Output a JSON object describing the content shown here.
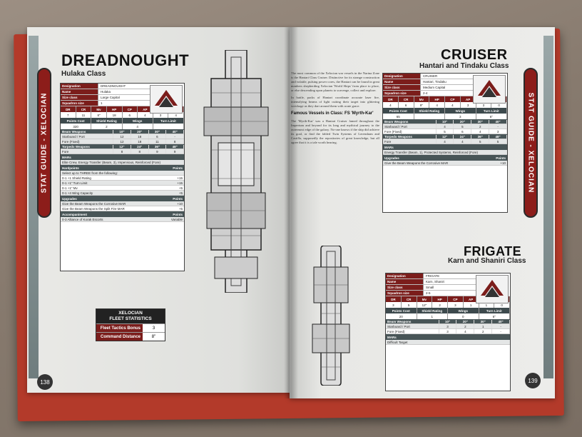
{
  "left_page": {
    "sidebar": "STAT GUIDE - XELOCIAN",
    "page_number": "138",
    "title": "DREADNOUGHT",
    "subtitle": "Hulaka Class",
    "card": {
      "rows": [
        {
          "k": "Designation",
          "v": "DREADNOUGHT"
        },
        {
          "k": "Name",
          "v": "Hulaka"
        },
        {
          "k": "Size class",
          "v": "Large Capital"
        },
        {
          "k": "Squadron size",
          "v": "1"
        }
      ],
      "stat_headers": [
        "DR",
        "CR",
        "Mv",
        "HP",
        "CP",
        "AP",
        "PD",
        "MN"
      ],
      "stat_values": [
        "7",
        "11",
        "8\"",
        "18",
        "6",
        "4",
        "3",
        "4"
      ],
      "points_headers": [
        "Points Cost",
        "Shield Rating",
        "Wings",
        "Turn Limit"
      ],
      "points_values": [
        "320",
        "2",
        "4",
        ""
      ],
      "beam_header": [
        "Beam Weapons",
        "10\"",
        "20\"",
        "30\"",
        "40\""
      ],
      "beam_rows": [
        [
          "Starboard / Port",
          "12",
          "18",
          "6",
          "-"
        ]
      ],
      "beam_rows2": [
        [
          "Fore (Fixed)",
          "12",
          "18",
          "11",
          "8"
        ]
      ],
      "torpedo_header": [
        "Torpedo Weapons",
        "12\"",
        "24\"",
        "36\"",
        "48\""
      ],
      "torpedo_rows": [
        [
          "Fore",
          "8",
          "8",
          "9",
          "9"
        ]
      ],
      "mars_header": "MARs",
      "mars_text": "Elite Crew, Energy Transfer (Beam, 3), Impervious, Reinforced (Fore)",
      "hardpoints_header": [
        "Hardpoints",
        "Points"
      ],
      "hardpoints_rows": [
        [
          "Select up to THREE from the following:",
          ""
        ],
        [
          "0-1 +1 Shield Rating",
          "+15"
        ],
        [
          "0-1 +1\" Turn Limit",
          "+15"
        ],
        [
          "0-1 +1\" Mv",
          "+5"
        ],
        [
          "0-1 +4 Wing Capacity",
          "+5"
        ]
      ],
      "upgrades_header": [
        "Upgrades",
        "Points"
      ],
      "upgrades_rows": [
        [
          "Give the Beam Weapons the Corrosive MAR",
          "+10"
        ],
        [
          "Give the Beam Weapons the Split Fire MAR",
          "+5"
        ]
      ],
      "accompaniment_header": [
        "Accompaniment",
        "Points"
      ],
      "accompaniment_rows": [
        [
          "0-3 Alliance of Korak Escorts",
          "Variable"
        ]
      ]
    },
    "fleet": {
      "title1": "XELOCIAN",
      "title2": "FLEET STATISTICS",
      "rows": [
        {
          "k": "Fleet Tactics Bonus",
          "v": "3"
        },
        {
          "k": "Command Distance",
          "v": "8\""
        }
      ]
    }
  },
  "right_page": {
    "sidebar": "STAT GUIDE - XELOCIAN",
    "page_number": "139",
    "cruiser": {
      "title": "CRUISER",
      "subtitle": "Hantari and Tindaku Class",
      "rows": [
        {
          "k": "Designation",
          "v": "CRUISER"
        },
        {
          "k": "Name",
          "v": "Hantari, Tindaku"
        },
        {
          "k": "Size class",
          "v": "Medium Capital"
        },
        {
          "k": "Squadron size",
          "v": "2-4"
        }
      ],
      "stat_headers": [
        "DR",
        "CR",
        "Mv",
        "HP",
        "CP",
        "AP",
        "PD",
        "MN"
      ],
      "stat_values": [
        "4",
        "6",
        "9\"",
        "4",
        "4",
        "3",
        "3",
        "0"
      ],
      "points_headers": [
        "Points Cost",
        "Shield Rating",
        "Wings",
        "Turn Limit"
      ],
      "points_values": [
        "65",
        "",
        "3",
        "6\""
      ],
      "beam_header": [
        "Beam Weapons",
        "10\"",
        "20\"",
        "30\"",
        "40\""
      ],
      "beam_rows": [
        [
          "Starboard / Port",
          "4",
          "5",
          "2",
          "-"
        ],
        [
          "Fore (Fixed)",
          "5",
          "6",
          "4",
          "3"
        ]
      ],
      "torpedo_header": [
        "Torpedo Weapons",
        "12\"",
        "24\"",
        "36\"",
        "48\""
      ],
      "torpedo_rows": [
        [
          "Fore",
          "4",
          "4",
          "5",
          "5"
        ]
      ],
      "mars_header": "MARs",
      "mars_text": "Energy Transfer (Beam, 1), Protected Systems, Reinforced (Fore)",
      "upgrades_header": [
        "Upgrades",
        "Points"
      ],
      "upgrades_rows": [
        [
          "Give the Beam Weapons the Corrosive MAR",
          "+10"
        ]
      ]
    },
    "frigate": {
      "title": "FRIGATE",
      "subtitle": "Karn and Shaniri Class",
      "rows": [
        {
          "k": "Designation",
          "v": "FRIGATE"
        },
        {
          "k": "Name",
          "v": "Karn, Shaniri"
        },
        {
          "k": "Size class",
          "v": "Small"
        },
        {
          "k": "Squadron size",
          "v": "2-5"
        }
      ],
      "stat_headers": [
        "DR",
        "CR",
        "Mv",
        "HP",
        "CP",
        "AP",
        "PD",
        "MN"
      ],
      "stat_values": [
        "3",
        "5",
        "12\"",
        "2",
        "3",
        "1",
        "1",
        "0"
      ],
      "points_headers": [
        "Points Cost",
        "Shield Rating",
        "Wings",
        "Turn Limit"
      ],
      "points_values": [
        "20",
        "1",
        "0",
        "6\""
      ],
      "beam_header": [
        "Beam Weapons",
        "10\"",
        "20\"",
        "30\"",
        "40\""
      ],
      "beam_rows": [
        [
          "Starboard / Port",
          "3",
          "2",
          "1",
          "-"
        ],
        [
          "Fore (Fixed)",
          "3",
          "4",
          "2",
          "-"
        ]
      ],
      "mars_header": "MARs",
      "mars_text": "Difficult Target"
    },
    "body": {
      "p1": "The most common of the Xelocian war vessels in the Narina Zone is the Hantari Class Cruiser. Distinctive for its strange construction and volatile, pulsing power cores, the Hantari can be found in great numbers shepherding Xelocian 'World Ships' from place to place, or else descending upon planets to scavenge, collect and explore.",
      "p2": "In battle, packs of Hantari coordinate accurate laser fire, intensifying beams of light cutting their target into glittering wreckage as they dart around them with acute grace.",
      "h": "Famous Vessels in Class: FS 'Myrth-Kar'",
      "p3": "The 'Myrth-Kar' was a Hantari Cruiser famed throughout the Imperium and beyond for its long and mythical journey to the outermost edge of the galaxy. No-one knows if the ship did achieve its goal, or find the fabled Twin Systems of Lerensham and Castilla, supposedly the repositories of great knowledge, but all agree that it is a tale worth hearing."
    }
  }
}
